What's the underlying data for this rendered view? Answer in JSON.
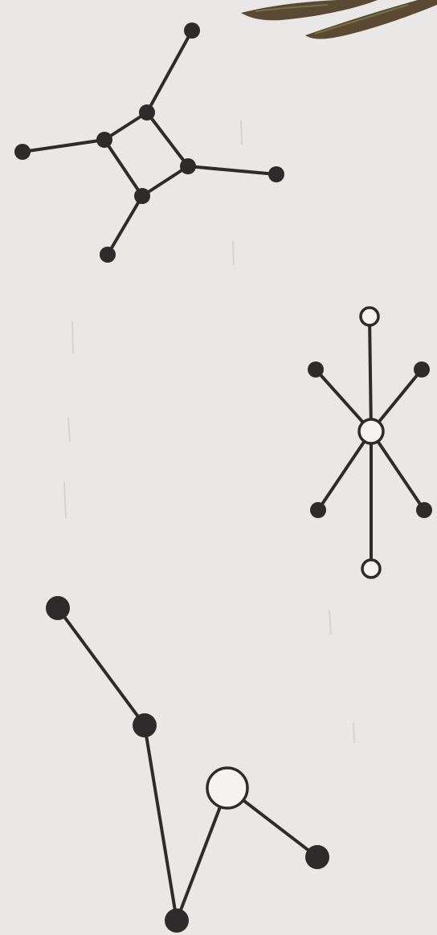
{
  "colors": {
    "paper": "#eceae8",
    "ink": "#2d2b2b",
    "hollow_fill": "#f4f3f1",
    "bark": "#5a4a33",
    "bark_dark": "#2f2618",
    "moss": "#6e7442"
  },
  "diagrams": [
    {
      "name": "ring-molecule",
      "nodes": [
        {
          "id": "r1",
          "kind": "filled"
        },
        {
          "id": "r2",
          "kind": "filled"
        },
        {
          "id": "r3",
          "kind": "filled"
        },
        {
          "id": "r4",
          "kind": "filled"
        },
        {
          "id": "t1",
          "kind": "filled"
        },
        {
          "id": "t2",
          "kind": "filled"
        },
        {
          "id": "t3",
          "kind": "filled"
        },
        {
          "id": "t4",
          "kind": "filled"
        }
      ],
      "edges": [
        [
          "r1",
          "r2"
        ],
        [
          "r2",
          "r3"
        ],
        [
          "r3",
          "r4"
        ],
        [
          "r4",
          "r1"
        ],
        [
          "r1",
          "t1"
        ],
        [
          "r2",
          "t2"
        ],
        [
          "r3",
          "t3"
        ],
        [
          "r4",
          "t4"
        ]
      ]
    },
    {
      "name": "star-molecule",
      "nodes": [
        {
          "id": "c",
          "kind": "hollow"
        },
        {
          "id": "top",
          "kind": "hollow"
        },
        {
          "id": "bottom",
          "kind": "hollow"
        },
        {
          "id": "ul",
          "kind": "filled"
        },
        {
          "id": "ur",
          "kind": "filled"
        },
        {
          "id": "ll",
          "kind": "filled"
        },
        {
          "id": "lr",
          "kind": "filled"
        }
      ],
      "edges": [
        [
          "c",
          "top"
        ],
        [
          "c",
          "bottom"
        ],
        [
          "c",
          "ul"
        ],
        [
          "c",
          "ur"
        ],
        [
          "c",
          "ll"
        ],
        [
          "c",
          "lr"
        ]
      ]
    },
    {
      "name": "chain-molecule",
      "nodes": [
        {
          "id": "a",
          "kind": "filled"
        },
        {
          "id": "b",
          "kind": "filled"
        },
        {
          "id": "v",
          "kind": "filled"
        },
        {
          "id": "h",
          "kind": "hollow"
        },
        {
          "id": "e",
          "kind": "filled"
        }
      ],
      "edges": [
        [
          "a",
          "b"
        ],
        [
          "b",
          "v"
        ],
        [
          "v",
          "h"
        ],
        [
          "h",
          "e"
        ]
      ]
    }
  ]
}
